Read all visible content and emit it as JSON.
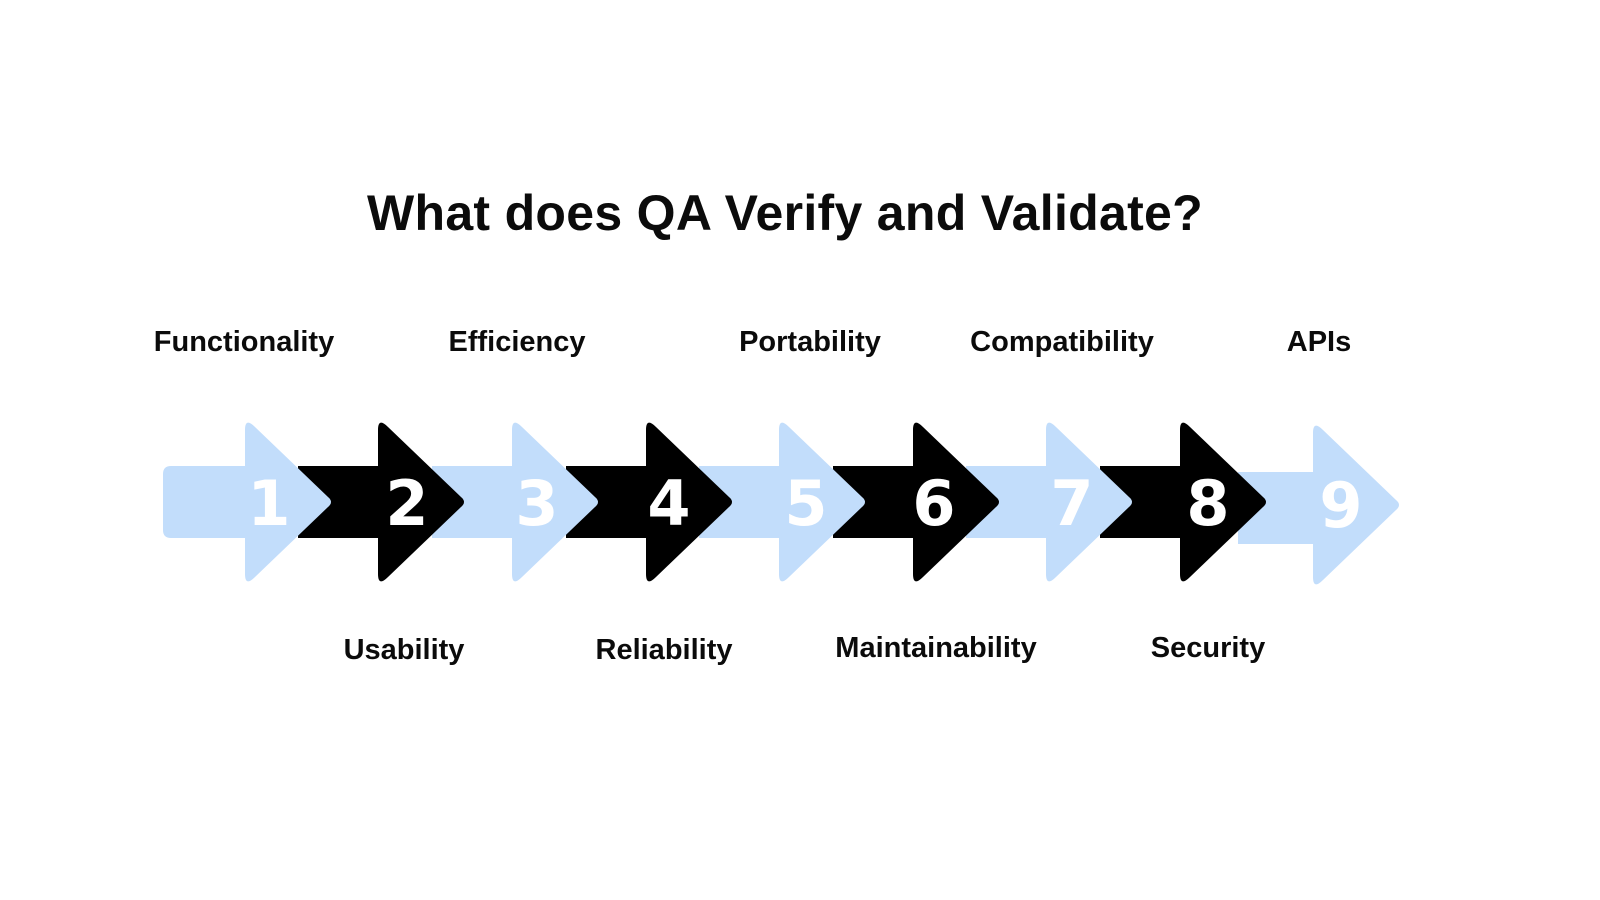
{
  "title": "What does QA Verify and Validate?",
  "colors": {
    "light_arrow": "#c2ddfb",
    "dark_arrow": "#000000",
    "number_text": "#ffffff",
    "label_text": "#0b0b0b",
    "background": "#ffffff"
  },
  "steps": [
    {
      "number": "1",
      "label": "Functionality",
      "label_position": "top",
      "style": "light"
    },
    {
      "number": "2",
      "label": "Usability",
      "label_position": "bottom",
      "style": "dark"
    },
    {
      "number": "3",
      "label": "Efficiency",
      "label_position": "top",
      "style": "light"
    },
    {
      "number": "4",
      "label": "Reliability",
      "label_position": "bottom",
      "style": "dark"
    },
    {
      "number": "5",
      "label": "Portability",
      "label_position": "top",
      "style": "light"
    },
    {
      "number": "6",
      "label": "Maintainability",
      "label_position": "bottom",
      "style": "dark"
    },
    {
      "number": "7",
      "label": "Compatibility",
      "label_position": "top",
      "style": "light"
    },
    {
      "number": "8",
      "label": "Security",
      "label_position": "bottom",
      "style": "dark"
    },
    {
      "number": "9",
      "label": "APIs",
      "label_position": "top",
      "style": "light"
    }
  ]
}
